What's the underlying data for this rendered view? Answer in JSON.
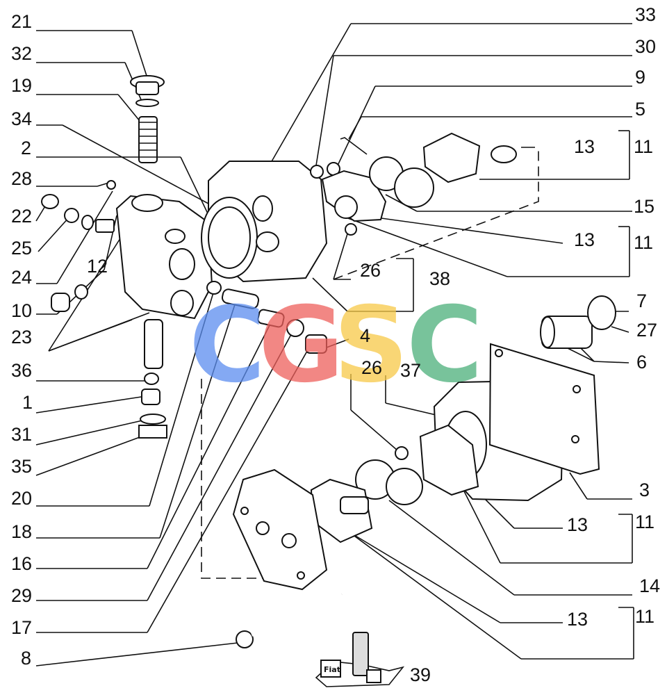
{
  "watermark": {
    "letters": [
      {
        "char": "C",
        "color": "#5b8def"
      },
      {
        "char": "G",
        "color": "#ee5f5b"
      },
      {
        "char": "S",
        "color": "#f7c948"
      },
      {
        "char": "C",
        "color": "#4caf7a"
      }
    ]
  },
  "callouts": {
    "left": [
      "21",
      "32",
      "19",
      "34",
      "2",
      "28",
      "22",
      "25",
      "24",
      "12",
      "10",
      "23",
      "36",
      "1",
      "31",
      "35",
      "20",
      "18",
      "16",
      "29",
      "17",
      "8"
    ],
    "right": [
      "33",
      "30",
      "9",
      "5",
      "13",
      "11",
      "15",
      "13",
      "11",
      "26",
      "38",
      "7",
      "27",
      "6",
      "4",
      "26",
      "37",
      "3",
      "13",
      "11",
      "14",
      "13",
      "11",
      "39"
    ]
  },
  "brand_label": "Fiat"
}
